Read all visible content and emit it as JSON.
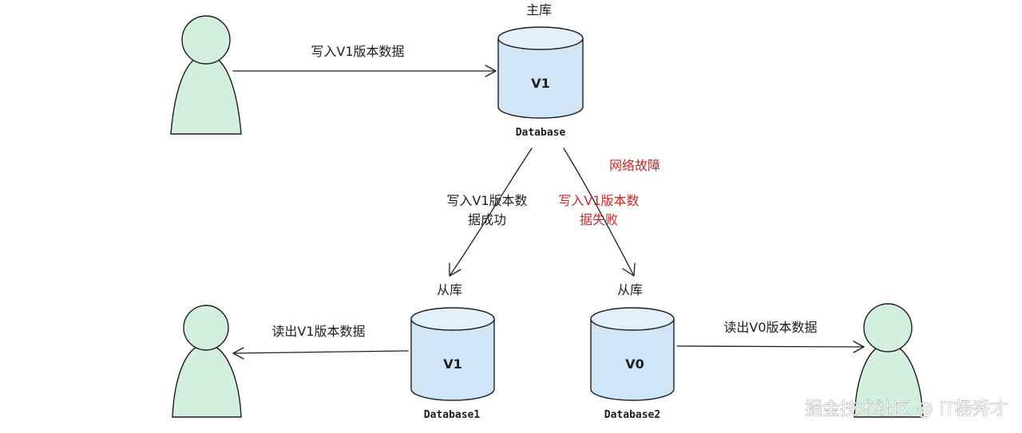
{
  "labels": {
    "master_title": "主库",
    "slave1_title": "从库",
    "slave2_title": "从库",
    "write_master": "写入V1版本数据",
    "write_slave1_line1": "写入V1版本数",
    "write_slave1_line2": "据成功",
    "network_fault": "网络故障",
    "write_slave2_line1": "写入V1版本数",
    "write_slave2_line2": "据失败",
    "read_slave1": "读出V1版本数据",
    "read_slave2": "读出V0版本数据"
  },
  "databases": {
    "master": {
      "version": "V1",
      "name": "Database"
    },
    "slave1": {
      "version": "V1",
      "name": "Database1"
    },
    "slave2": {
      "version": "V0",
      "name": "Database2"
    }
  },
  "watermark": "掘金技术社区 @ IT杨秀才",
  "colors": {
    "user_fill": "#d3f0df",
    "db_fill": "#d0e6f7",
    "failure_text": "#c92a2a"
  }
}
